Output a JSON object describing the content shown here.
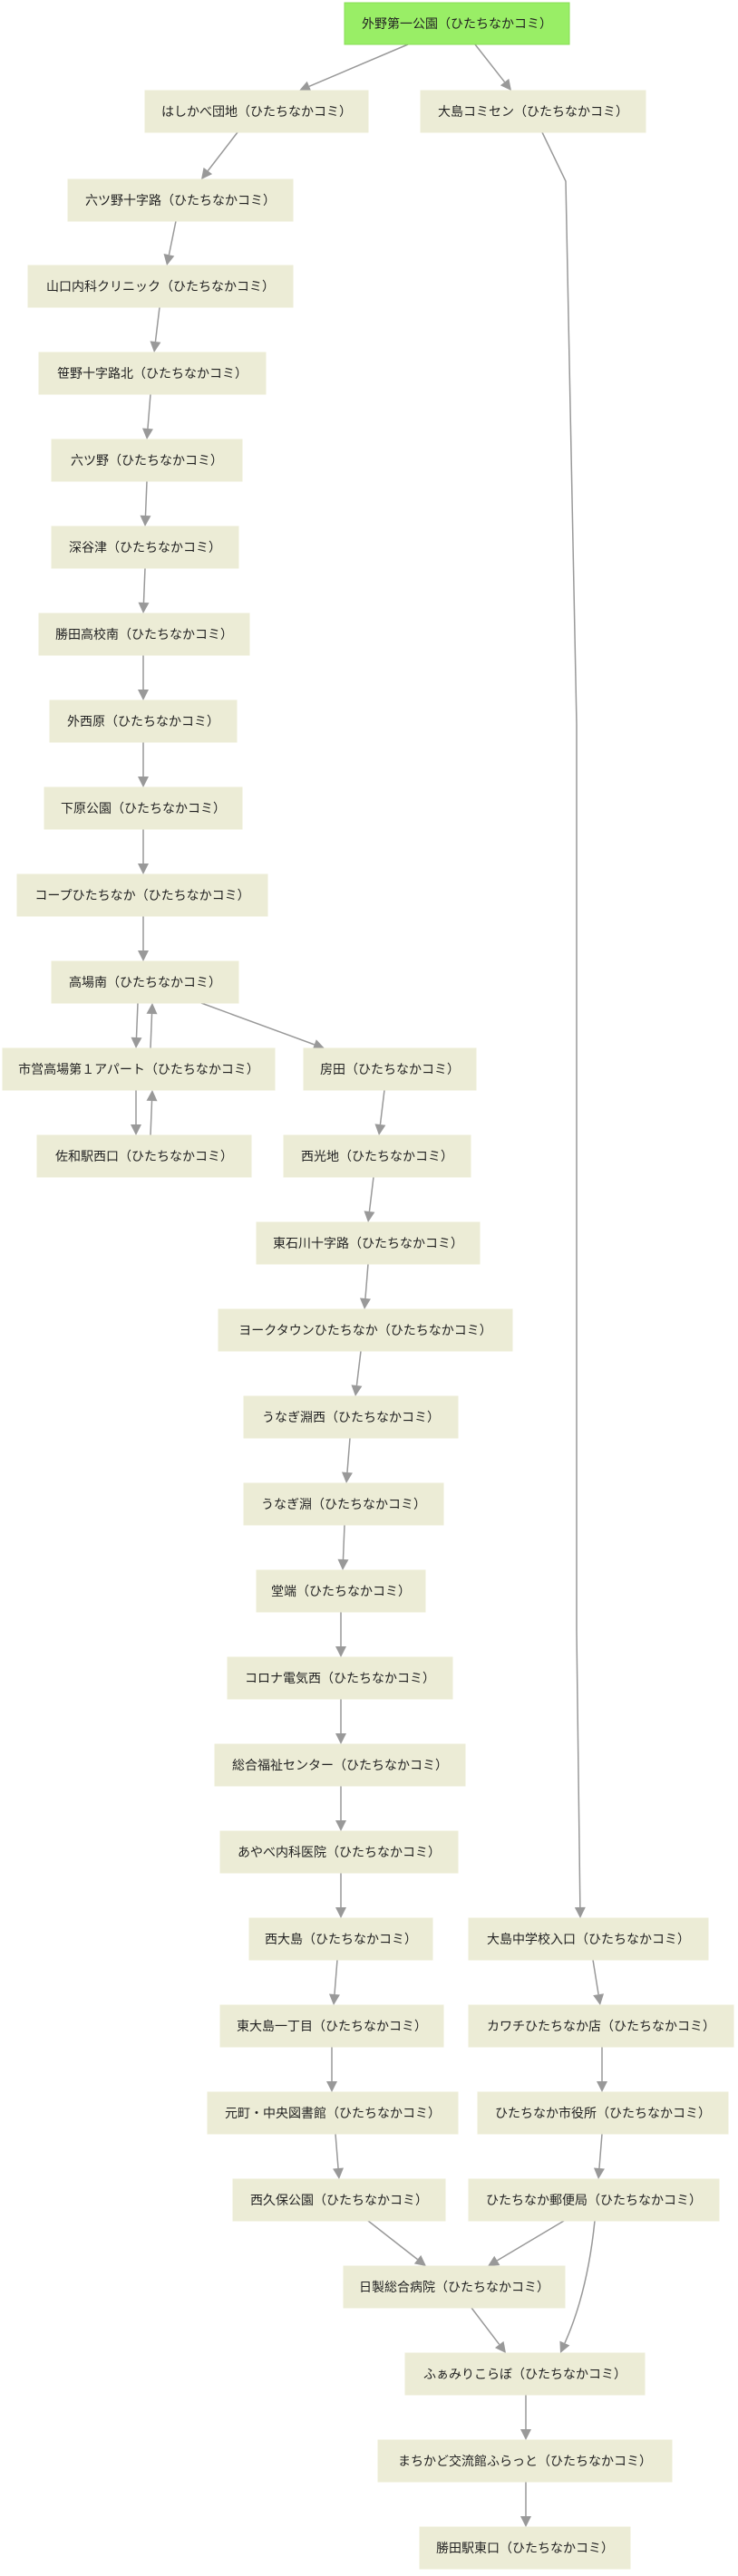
{
  "colors": {
    "root_fill": "#99ee66",
    "node_fill": "#ececd6",
    "edge": "#999999",
    "text": "#222222"
  },
  "nodes": [
    {
      "id": "n0",
      "label": "外野第一公園（ひたちなかコミ）",
      "root": true
    },
    {
      "id": "n1",
      "label": "はしかべ団地（ひたちなかコミ）"
    },
    {
      "id": "n2",
      "label": "大島コミセン（ひたちなかコミ）"
    },
    {
      "id": "n3",
      "label": "六ツ野十字路（ひたちなかコミ）"
    },
    {
      "id": "n4",
      "label": "山口内科クリニック（ひたちなかコミ）"
    },
    {
      "id": "n5",
      "label": "笹野十字路北（ひたちなかコミ）"
    },
    {
      "id": "n6",
      "label": "六ツ野（ひたちなかコミ）"
    },
    {
      "id": "n7",
      "label": "深谷津（ひたちなかコミ）"
    },
    {
      "id": "n8",
      "label": "勝田高校南（ひたちなかコミ）"
    },
    {
      "id": "n9",
      "label": "外西原（ひたちなかコミ）"
    },
    {
      "id": "n10",
      "label": "下原公園（ひたちなかコミ）"
    },
    {
      "id": "n11",
      "label": "コープひたちなか（ひたちなかコミ）"
    },
    {
      "id": "n12",
      "label": "高場南（ひたちなかコミ）"
    },
    {
      "id": "n13",
      "label": "市営高場第１アパート（ひたちなかコミ）"
    },
    {
      "id": "n14",
      "label": "房田（ひたちなかコミ）"
    },
    {
      "id": "n15",
      "label": "佐和駅西口（ひたちなかコミ）"
    },
    {
      "id": "n16",
      "label": "西光地（ひたちなかコミ）"
    },
    {
      "id": "n17",
      "label": "東石川十字路（ひたちなかコミ）"
    },
    {
      "id": "n18",
      "label": "ヨークタウンひたちなか（ひたちなかコミ）"
    },
    {
      "id": "n19",
      "label": "うなぎ淵西（ひたちなかコミ）"
    },
    {
      "id": "n20",
      "label": "うなぎ淵（ひたちなかコミ）"
    },
    {
      "id": "n21",
      "label": "堂端（ひたちなかコミ）"
    },
    {
      "id": "n22",
      "label": "コロナ電気西（ひたちなかコミ）"
    },
    {
      "id": "n23",
      "label": "総合福祉センター（ひたちなかコミ）"
    },
    {
      "id": "n24",
      "label": "あやべ内科医院（ひたちなかコミ）"
    },
    {
      "id": "n25",
      "label": "西大島（ひたちなかコミ）"
    },
    {
      "id": "n26",
      "label": "大島中学校入口（ひたちなかコミ）"
    },
    {
      "id": "n27",
      "label": "東大島一丁目（ひたちなかコミ）"
    },
    {
      "id": "n28",
      "label": "カワチひたちなか店（ひたちなかコミ）"
    },
    {
      "id": "n29",
      "label": "元町・中央図書館（ひたちなかコミ）"
    },
    {
      "id": "n30",
      "label": "ひたちなか市役所（ひたちなかコミ）"
    },
    {
      "id": "n31",
      "label": "西久保公園（ひたちなかコミ）"
    },
    {
      "id": "n32",
      "label": "ひたちなか郵便局（ひたちなかコミ）"
    },
    {
      "id": "n33",
      "label": "日製総合病院（ひたちなかコミ）"
    },
    {
      "id": "n34",
      "label": "ふぁみりこらぼ（ひたちなかコミ）"
    },
    {
      "id": "n35",
      "label": "まちかど交流館ふらっと（ひたちなかコミ）"
    },
    {
      "id": "n36",
      "label": "勝田駅東口（ひたちなかコミ）"
    }
  ],
  "edges": [
    [
      "n0",
      "n1"
    ],
    [
      "n0",
      "n2"
    ],
    [
      "n1",
      "n3"
    ],
    [
      "n3",
      "n4"
    ],
    [
      "n4",
      "n5"
    ],
    [
      "n5",
      "n6"
    ],
    [
      "n6",
      "n7"
    ],
    [
      "n7",
      "n8"
    ],
    [
      "n8",
      "n9"
    ],
    [
      "n9",
      "n10"
    ],
    [
      "n10",
      "n11"
    ],
    [
      "n11",
      "n12"
    ],
    [
      "n12",
      "n13"
    ],
    [
      "n13",
      "n12"
    ],
    [
      "n12",
      "n14"
    ],
    [
      "n13",
      "n15"
    ],
    [
      "n15",
      "n13"
    ],
    [
      "n14",
      "n16"
    ],
    [
      "n16",
      "n17"
    ],
    [
      "n17",
      "n18"
    ],
    [
      "n18",
      "n19"
    ],
    [
      "n19",
      "n20"
    ],
    [
      "n20",
      "n21"
    ],
    [
      "n21",
      "n22"
    ],
    [
      "n22",
      "n23"
    ],
    [
      "n23",
      "n24"
    ],
    [
      "n24",
      "n25"
    ],
    [
      "n25",
      "n27"
    ],
    [
      "n27",
      "n29"
    ],
    [
      "n29",
      "n31"
    ],
    [
      "n31",
      "n33"
    ],
    [
      "n2",
      "n26"
    ],
    [
      "n26",
      "n28"
    ],
    [
      "n28",
      "n30"
    ],
    [
      "n30",
      "n32"
    ],
    [
      "n32",
      "n33"
    ],
    [
      "n32",
      "n34"
    ],
    [
      "n33",
      "n34"
    ],
    [
      "n34",
      "n35"
    ],
    [
      "n35",
      "n36"
    ]
  ]
}
